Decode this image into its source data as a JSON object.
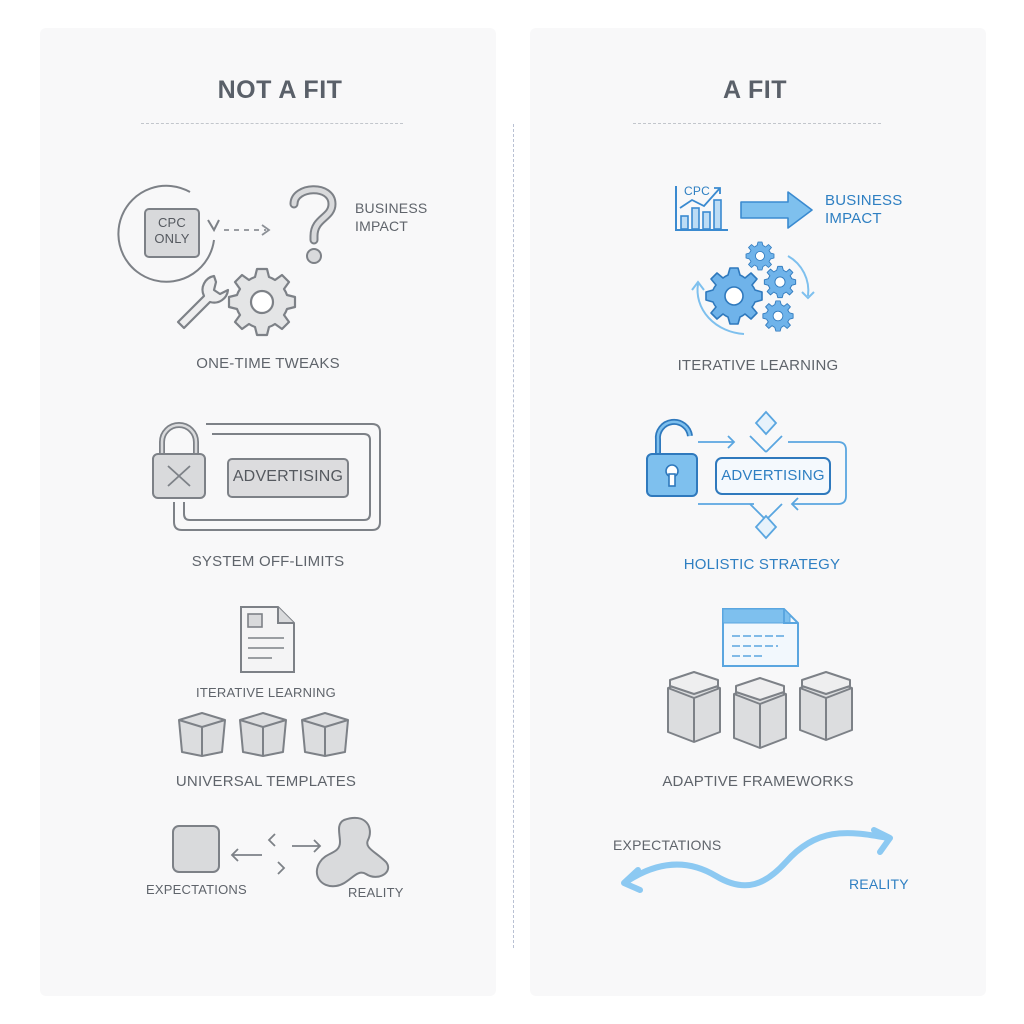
{
  "left": {
    "title": "NOT A FIT",
    "items": {
      "cpc_only": "CPC ONLY",
      "business_impact": [
        "BUSINESS",
        "IMPACT"
      ],
      "one_time_tweaks": "ONE-TIME TWEAKS",
      "advertising": "ADVERTISING",
      "system_off_limits": "SYSTEM OFF-LIMITS",
      "iterative_learning": "ITERATIVE LEARNING",
      "universal_templates": "UNIVERSAL TEMPLATES",
      "expectations": "EXPECTATIONS",
      "reality": "REALITY"
    }
  },
  "right": {
    "title": "A FIT",
    "items": {
      "cpc": "CPC",
      "business_impact": [
        "BUSINESS",
        "IMPACT"
      ],
      "iterative_learning": "ITERATIVE LEARNING",
      "advertising": "ADVERTISING",
      "holistic_strategy": "HOLISTIC STRATEGY",
      "adaptive_frameworks": "ADAPTIVE FRAMEWORKS",
      "expectations": "EXPECTATIONS",
      "reality": "REALITY"
    }
  },
  "colors": {
    "gray_stroke": "#7d8187",
    "gray_fill": "#d9dadc",
    "blue_stroke": "#3a8ad0",
    "blue_fill": "#bcdcf5",
    "blue_text": "#2e7fc2"
  }
}
